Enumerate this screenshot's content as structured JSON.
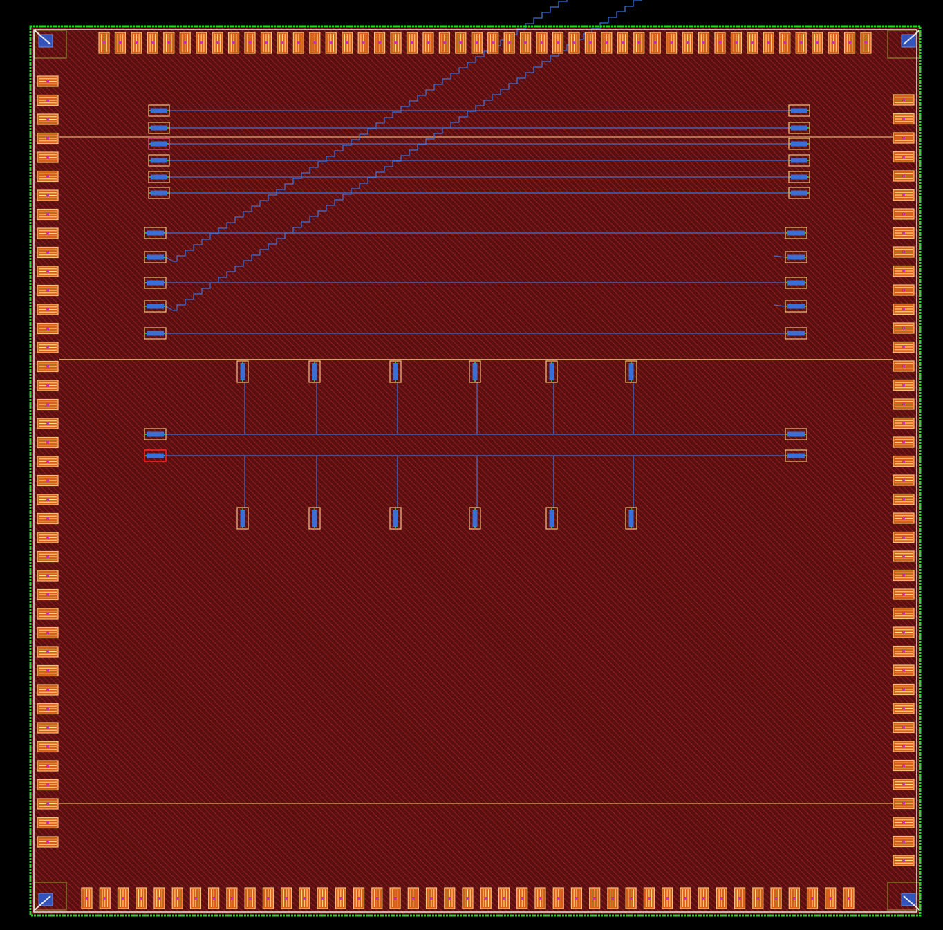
{
  "view": {
    "kind": "ic-layout",
    "colors": {
      "background": "#000000",
      "core_fill": "#5a1010",
      "core_hatch": "#a32222",
      "seal_ring": "#22dd22",
      "seal_ring_inner": "#e8e8e8",
      "pad_frame": "#f2c27a",
      "pad_fill": "#d9601a",
      "pad_stripe": "#ffe08a",
      "pad_mark": "#cc33aa",
      "metal_blue": "#3a6fd8",
      "via_green": "#2fb04c",
      "rail_yellow": "#ffd27a",
      "highlight_red": "#ff2222",
      "corner_blue": "#3355bb",
      "corner_olive": "#8a8a2a"
    }
  },
  "chip": {
    "pads": {
      "top_count": 48,
      "bottom_count": 43,
      "left_count": 41,
      "right_count": 41
    },
    "power_rails": 3,
    "wire_groups": {
      "upper_straight_lines": 6,
      "middle_lines": 5,
      "meander_lines": 2
    },
    "vertical_probes": {
      "columns": 6,
      "rows": 2
    },
    "highlighted_terminal_count": 2
  }
}
